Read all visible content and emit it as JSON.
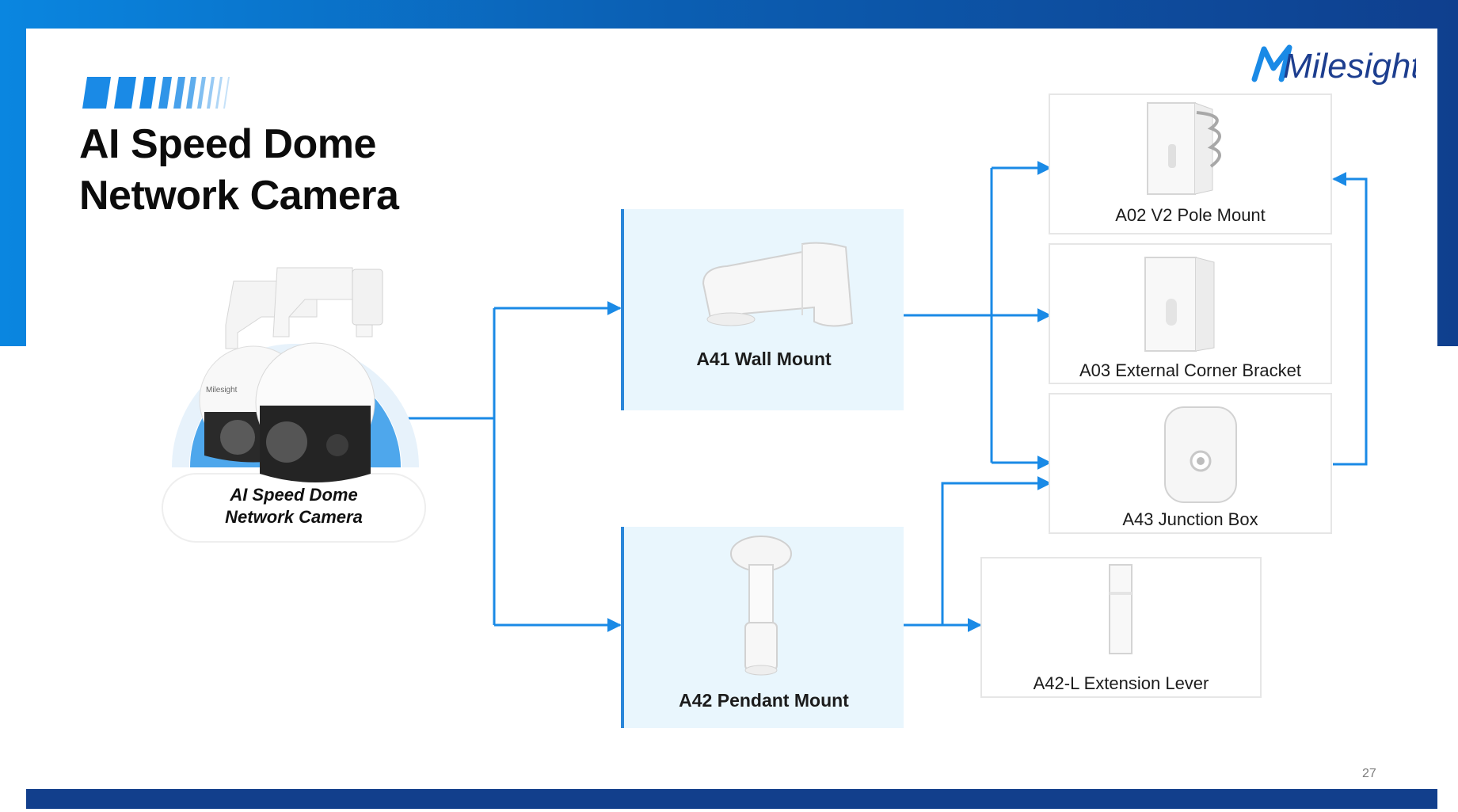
{
  "title": {
    "line1": "AI Speed Dome",
    "line2": "Network Camera"
  },
  "logo": {
    "text": "Milesight",
    "brand_color": "#1d3e8f"
  },
  "camera": {
    "label_line1": "AI Speed Dome",
    "label_line2": "Network Camera",
    "brand_text": "Milesight"
  },
  "mounts": [
    {
      "label": "A41 Wall Mount"
    },
    {
      "label": "A42 Pendant Mount"
    }
  ],
  "accessories": [
    {
      "label": "A02 V2 Pole Mount"
    },
    {
      "label": "A03 External Corner Bracket"
    },
    {
      "label": "A43 Junction Box"
    },
    {
      "label": "A42-L Extension Lever"
    }
  ],
  "page_number": "27",
  "colors": {
    "accent": "#1a8ae6",
    "frame_dark": "#123f8c",
    "mount_bg": "#e9f6fd"
  }
}
